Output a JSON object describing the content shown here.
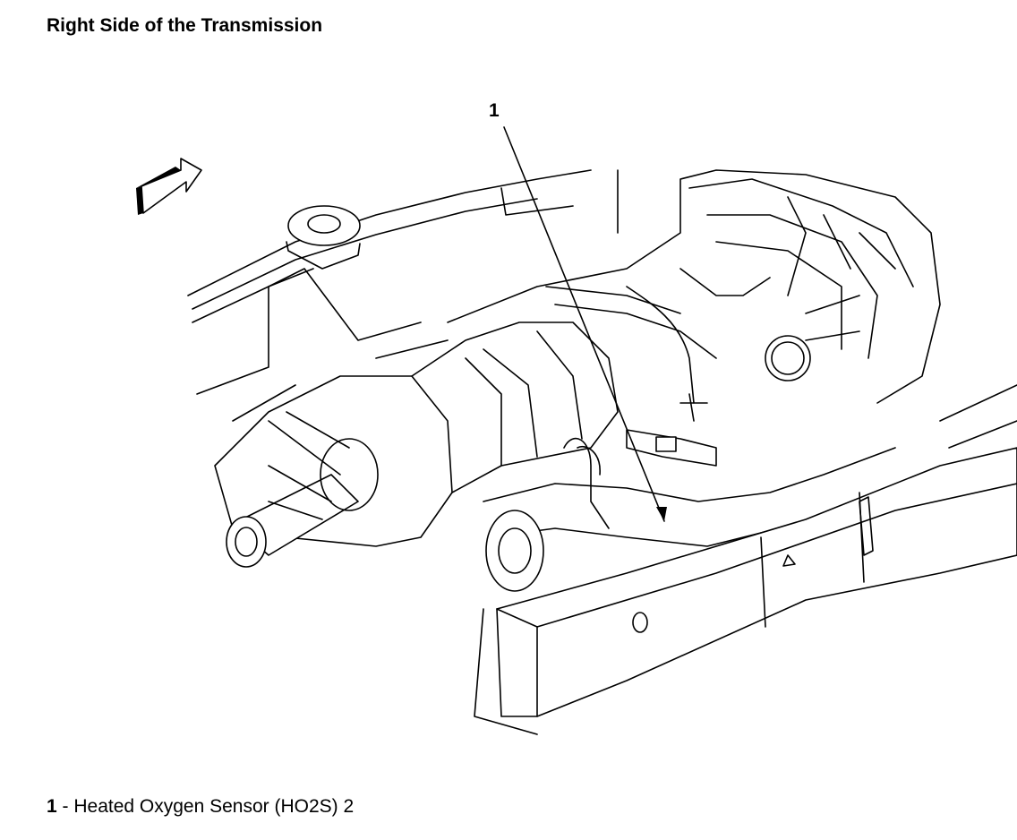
{
  "title": "Right Side of the Transmission",
  "callouts": [
    {
      "number": "1",
      "label": "Heated Oxygen Sensor (HO2S) 2"
    }
  ],
  "legend_separator": " - ",
  "icons": {
    "direction_arrow": "front-direction-arrow-icon"
  }
}
